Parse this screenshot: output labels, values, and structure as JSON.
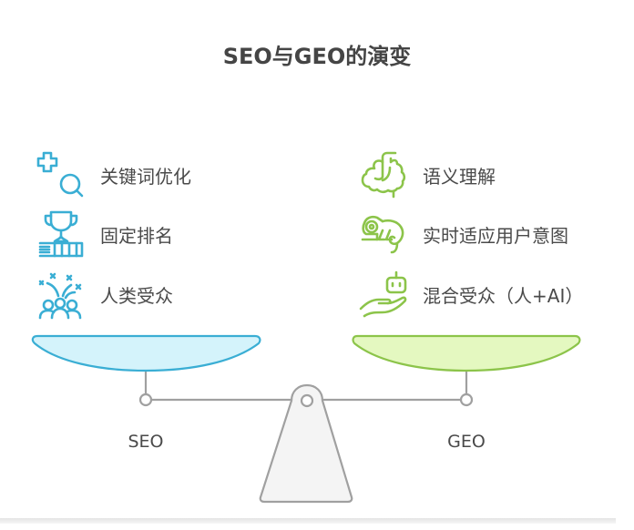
{
  "title": "SEO与GEO的演变",
  "colors": {
    "seo_accent": "#3aaed4",
    "seo_fill": "#d4f3fb",
    "geo_accent": "#8cc44a",
    "geo_fill": "#e4f8c0",
    "beam": "#a0a0a0",
    "fulcrum_fill": "#f4f4f4",
    "text": "#4a4a4a"
  },
  "seo": {
    "label": "SEO",
    "features": [
      {
        "icon": "plus-magnifier-icon",
        "label": "关键词优化"
      },
      {
        "icon": "trophy-on-books-icon",
        "label": "固定排名"
      },
      {
        "icon": "people-celebration-icon",
        "label": "人类受众"
      }
    ]
  },
  "geo": {
    "label": "GEO",
    "features": [
      {
        "icon": "brain-icon",
        "label": "语义理解"
      },
      {
        "icon": "chameleon-icon",
        "label": "实时适应用户意图"
      },
      {
        "icon": "robot-in-hand-icon",
        "label": "混合受众（人+AI）"
      }
    ]
  }
}
